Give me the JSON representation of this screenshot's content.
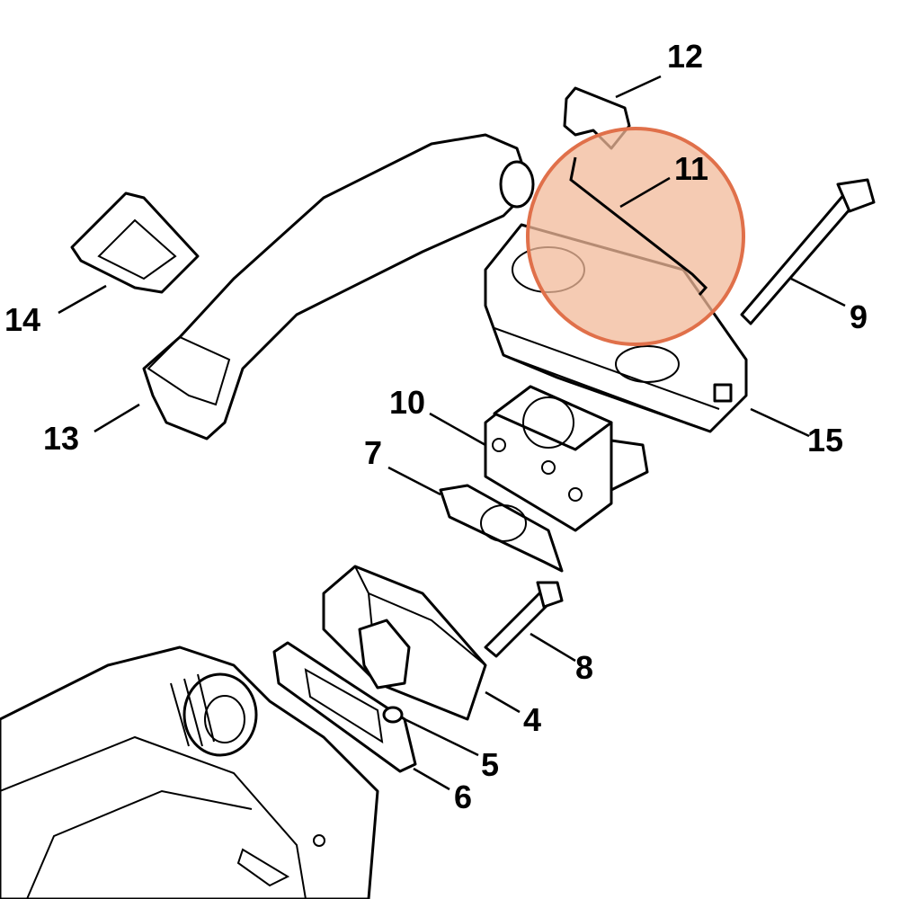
{
  "diagram": {
    "highlight_color": "#f2b99a",
    "highlight_border": "#e0704a",
    "highlighted_part": "11",
    "callouts": [
      "12",
      "11",
      "9",
      "14",
      "13",
      "15",
      "10",
      "7",
      "8",
      "4",
      "5",
      "6"
    ]
  }
}
